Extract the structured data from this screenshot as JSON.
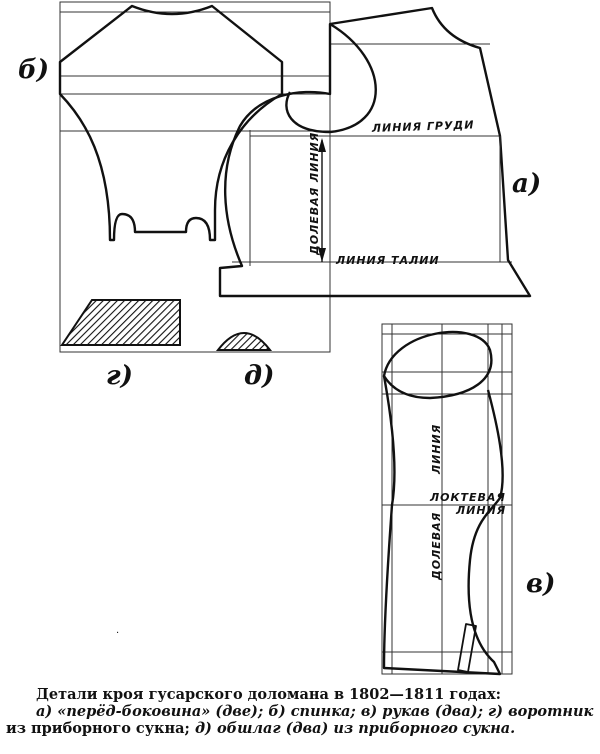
{
  "labels": {
    "a": "а)",
    "b": "б)",
    "v": "в)",
    "g": "г)",
    "d": "д)",
    "chest_line": "ЛИНИЯ ГРУДИ",
    "waist_line": "ЛИНИЯ ТАЛИИ",
    "front_lengthwise": "ДОЛЕВАЯ ЛИНИЯ",
    "sleeve_line": "ЛИНИЯ",
    "elbow_line_1": "ЛОКТЕВАЯ",
    "elbow_line_2": "ЛИНИЯ",
    "sleeve_lengthwise": "ДОЛЕВАЯ"
  },
  "caption": {
    "line1": "Детали кроя гусарского доломана в 1802—1811 годах:",
    "line2_a": "а) «перёд-боковина» (две);",
    "line2_b": "б) спинка;",
    "line2_v": "в) рукав (два);",
    "line2_g": "г) воротник",
    "line3_a": "из приборного сукна;",
    "line3_d": "д) обшлаг (два) из приборного сукна."
  }
}
